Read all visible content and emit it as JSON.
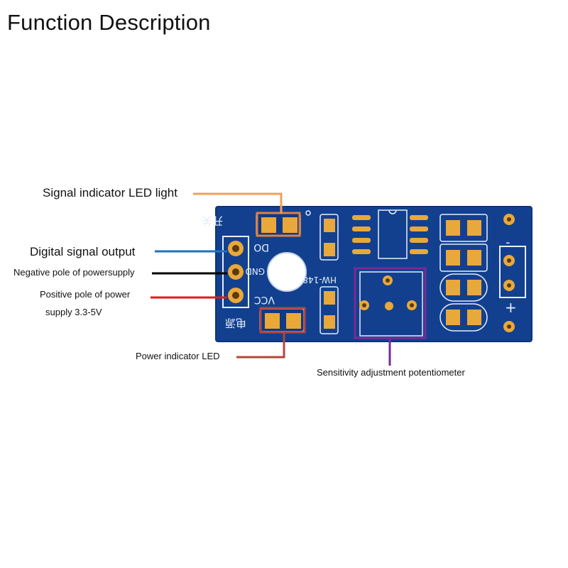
{
  "title": "Function Description",
  "labels": {
    "signal_led": "Signal indicator LED light",
    "digital_output": "Digital signal output",
    "negative_pole": "Negative pole of powersupply",
    "positive_pole_line1": "Positive pole of power",
    "positive_pole_line2": "supply 3.3-5V",
    "power_led": "Power indicator LED",
    "sensitivity_pot": "Sensitivity adjustment potentiometer"
  },
  "board": {
    "model": "HW-148",
    "pin_do": "DO",
    "pin_gnd": "GND",
    "pin_vcc": "VCC",
    "switch_cn": "开关",
    "power_cn": "电源",
    "minus": "-",
    "plus": "+"
  },
  "colors": {
    "board": "#12408f",
    "pad": "#e9a83a",
    "signal_line": "#f0a05a",
    "digital_line": "#1a73c0",
    "negative_line": "#000000",
    "positive_line": "#e21b1b",
    "power_line": "#b5463a",
    "sensitivity_line": "#7a2a96"
  }
}
